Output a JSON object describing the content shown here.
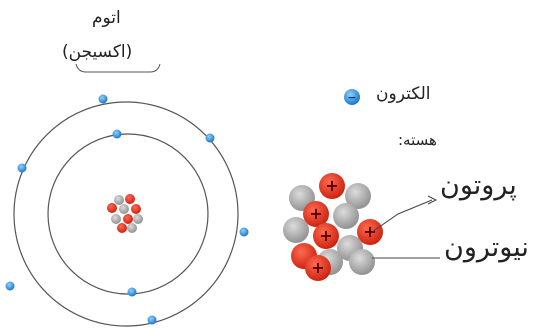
{
  "atom": {
    "title": "اتوم",
    "subtitle": "(اکسیجن)"
  },
  "legend": {
    "electron_label": "الکترون",
    "nucleus_label": "هسته:",
    "proton_label": "پروتون",
    "neutron_label": "نیوترون",
    "proton_symbol": "+",
    "electron_symbol": "−"
  },
  "colors": {
    "orbit": "#444444",
    "electron": "#2f8fd8",
    "proton": "#e8321e",
    "neutron": "#b5b5b5",
    "text": "#222222"
  }
}
